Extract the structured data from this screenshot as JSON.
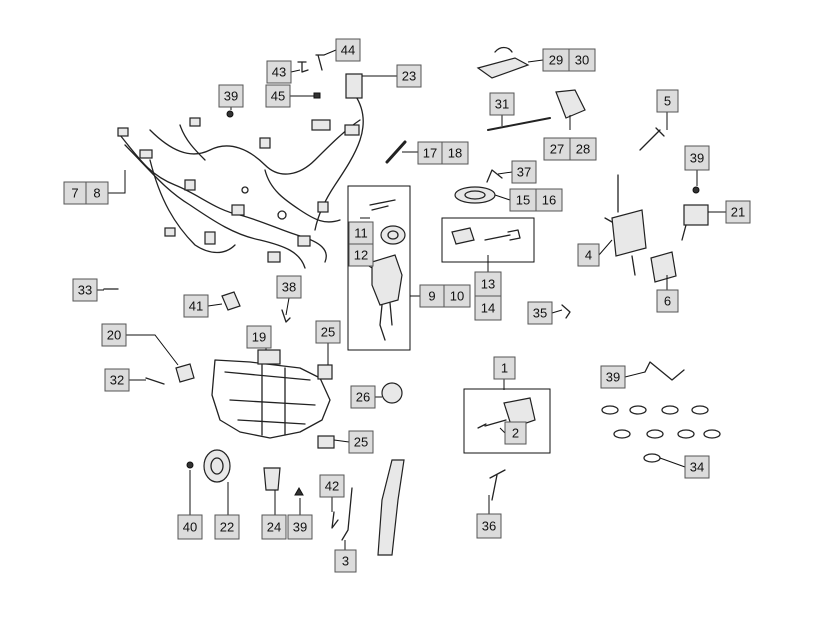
{
  "labels": [
    {
      "id": "l1",
      "text": "1"
    },
    {
      "id": "l2",
      "text": "2"
    },
    {
      "id": "l3",
      "text": "3"
    },
    {
      "id": "l4",
      "text": "4"
    },
    {
      "id": "l5",
      "text": "5"
    },
    {
      "id": "l6",
      "text": "6"
    },
    {
      "id": "l7",
      "text": "7"
    },
    {
      "id": "l8",
      "text": "8"
    },
    {
      "id": "l9",
      "text": "9"
    },
    {
      "id": "l10",
      "text": "10"
    },
    {
      "id": "l11",
      "text": "11"
    },
    {
      "id": "l12",
      "text": "12"
    },
    {
      "id": "l13",
      "text": "13"
    },
    {
      "id": "l14",
      "text": "14"
    },
    {
      "id": "l15",
      "text": "15"
    },
    {
      "id": "l16",
      "text": "16"
    },
    {
      "id": "l17",
      "text": "17"
    },
    {
      "id": "l18",
      "text": "18"
    },
    {
      "id": "l19",
      "text": "19"
    },
    {
      "id": "l20",
      "text": "20"
    },
    {
      "id": "l21",
      "text": "21"
    },
    {
      "id": "l22",
      "text": "22"
    },
    {
      "id": "l23",
      "text": "23"
    },
    {
      "id": "l24",
      "text": "24"
    },
    {
      "id": "l25a",
      "text": "25"
    },
    {
      "id": "l25b",
      "text": "25"
    },
    {
      "id": "l26",
      "text": "26"
    },
    {
      "id": "l27",
      "text": "27"
    },
    {
      "id": "l28",
      "text": "28"
    },
    {
      "id": "l29",
      "text": "29"
    },
    {
      "id": "l30",
      "text": "30"
    },
    {
      "id": "l31",
      "text": "31"
    },
    {
      "id": "l32",
      "text": "32"
    },
    {
      "id": "l33",
      "text": "33"
    },
    {
      "id": "l34",
      "text": "34"
    },
    {
      "id": "l35",
      "text": "35"
    },
    {
      "id": "l36",
      "text": "36"
    },
    {
      "id": "l37",
      "text": "37"
    },
    {
      "id": "l38",
      "text": "38"
    },
    {
      "id": "l39a",
      "text": "39"
    },
    {
      "id": "l39b",
      "text": "39"
    },
    {
      "id": "l39c",
      "text": "39"
    },
    {
      "id": "l39d",
      "text": "39"
    },
    {
      "id": "l40",
      "text": "40"
    },
    {
      "id": "l41",
      "text": "41"
    },
    {
      "id": "l42",
      "text": "42"
    },
    {
      "id": "l43",
      "text": "43"
    },
    {
      "id": "l44",
      "text": "44"
    },
    {
      "id": "l45",
      "text": "45"
    }
  ]
}
